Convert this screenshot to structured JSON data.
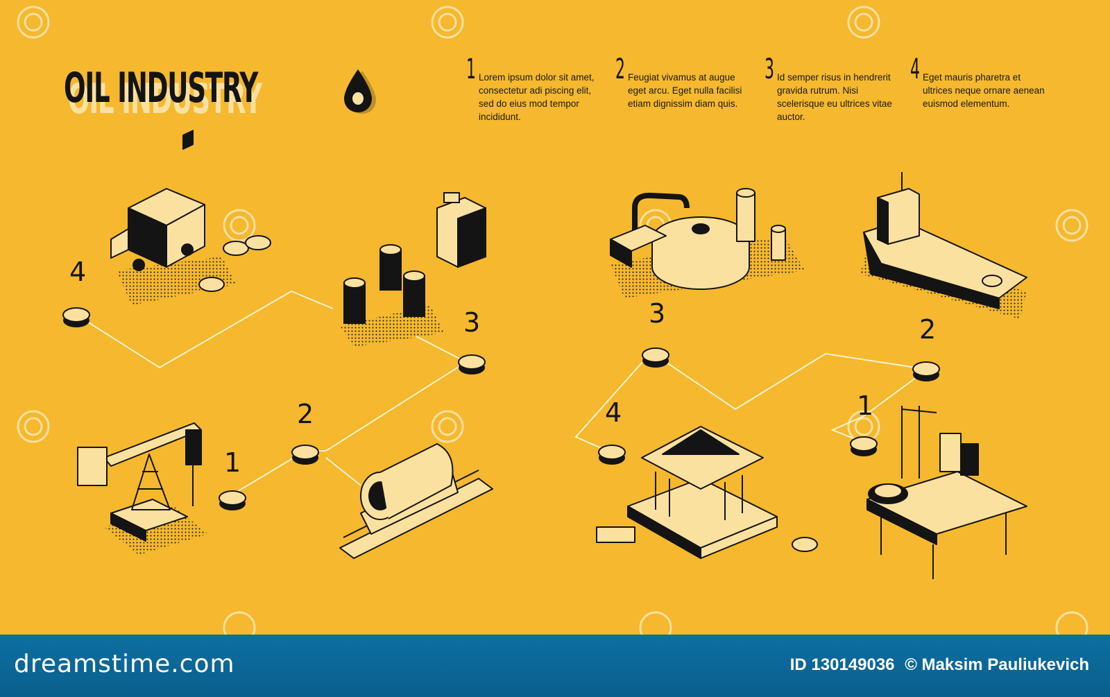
{
  "header": {
    "title": "OIL INDUSTRY",
    "drop_icon": "oil-drop-icon"
  },
  "steps": [
    {
      "number": "1",
      "text": "Lorem ipsum dolor sit amet, consectetur adi piscing elit, sed do eius mod tempor incididunt."
    },
    {
      "number": "2",
      "text": "Feugiat vivamus at augue eget arcu. Eget nulla facilisi etiam dignissim diam quis."
    },
    {
      "number": "3",
      "text": "Id semper risus in hendrerit gravida rutrum. Nisi scelerisque eu ultrices vitae auctor."
    },
    {
      "number": "4",
      "text": "Eget mauris pharetra et ultrices neque ornare aenean euismod elementum."
    }
  ],
  "left_flow": {
    "nodes": [
      {
        "label": "1",
        "icon": "oil-pumpjack-icon"
      },
      {
        "label": "2",
        "icon": "rail-tank-car-icon"
      },
      {
        "label": "3",
        "icon": "oil-barrels-and-canister-icon"
      },
      {
        "label": "4",
        "icon": "cash-truck-and-coins-icon"
      }
    ]
  },
  "right_flow": {
    "nodes": [
      {
        "label": "1",
        "icon": "offshore-platform-icon"
      },
      {
        "label": "2",
        "icon": "oil-tanker-ship-icon"
      },
      {
        "label": "3",
        "icon": "oil-refinery-icon"
      },
      {
        "label": "4",
        "icon": "bank-building-icon"
      }
    ]
  },
  "footer": {
    "brand": "dreamstime.com",
    "id_text": "ID 130149036",
    "author": "© Maksim Pauliukevich"
  },
  "colors": {
    "background": "#f5b82e",
    "ink": "#141414",
    "highlight": "#fbe1a0",
    "footer": "#0d6fa1"
  }
}
